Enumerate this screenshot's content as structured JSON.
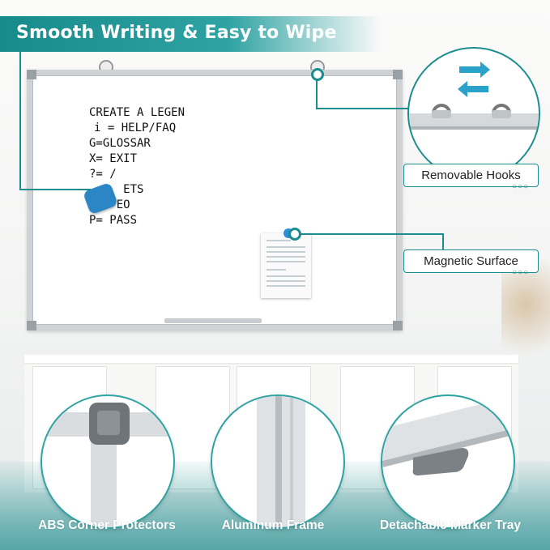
{
  "banner": {
    "title": "Smooth Writing & Easy to Wipe"
  },
  "board": {
    "handwriting": [
      "CREATE A LEGEN",
      "i = HELP/FAQ",
      "G=GLOSSAR",
      "X= EXIT",
      "?= /",
      "     ETS",
      "W   EO",
      "P= PASS"
    ]
  },
  "callouts": {
    "hooks": "Removable Hooks",
    "magnetic": "Magnetic Surface"
  },
  "features": [
    {
      "caption": "ABS Corner Protectors"
    },
    {
      "caption": "Aluminum Frame"
    },
    {
      "caption": "Detachable Marker Tray"
    }
  ],
  "colors": {
    "accent": "#1c8d8e",
    "eraser": "#2b86c6",
    "magnet": "#2f8fd8"
  }
}
